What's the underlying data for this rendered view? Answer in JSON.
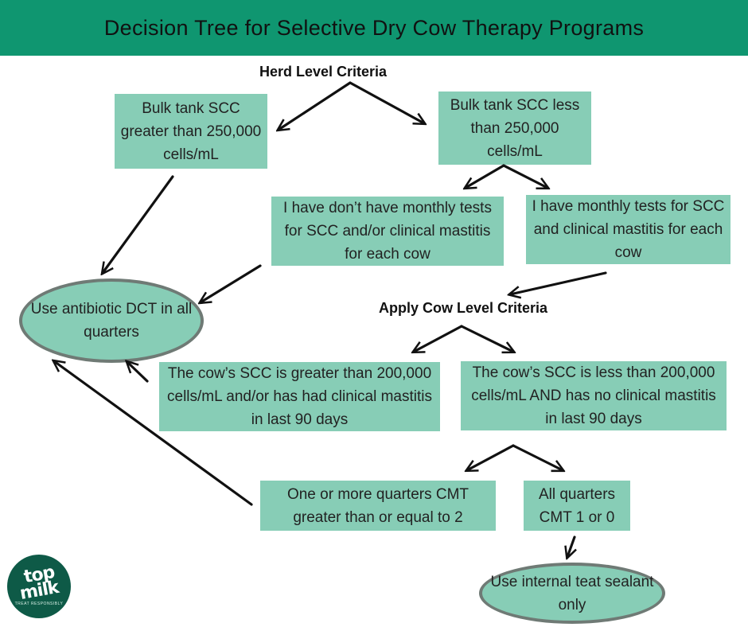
{
  "header": {
    "title": "Decision Tree for Selective Dry Cow Therapy Programs"
  },
  "colors": {
    "header_bg": "#0f9670",
    "box_fill": "#87cdb6",
    "oval_border": "#6f7a75",
    "arrow": "#111111",
    "logo_bg": "#0e5a47"
  },
  "labels": {
    "herd_level": "Herd Level Criteria",
    "cow_level": "Apply Cow Level Criteria"
  },
  "nodes": {
    "bulk_high": "Bulk tank SCC greater than 250,000 cells/mL",
    "bulk_low": "Bulk tank SCC less than 250,000 cells/mL",
    "no_monthly": "I have don’t have monthly tests for SCC and/or clinical mastitis for each cow",
    "monthly": "I have monthly tests for SCC and clinical mastitis for each cow",
    "use_antibiotic": "Use antibiotic DCT in all quarters",
    "cow_high": "The cow’s SCC is greater than 200,000 cells/mL and/or has had clinical mastitis in last 90 days",
    "cow_low": "The cow’s SCC is less than 200,000 cells/mL AND has no clinical mastitis in last 90 days",
    "cmt_high": "One or more quarters CMT greater than or equal to 2",
    "cmt_low": "All quarters CMT 1 or 0",
    "sealant": "Use internal teat sealant only"
  },
  "logo": {
    "line1": "top",
    "line2": "milk",
    "tagline": "TREAT RESPONSIBLY"
  }
}
